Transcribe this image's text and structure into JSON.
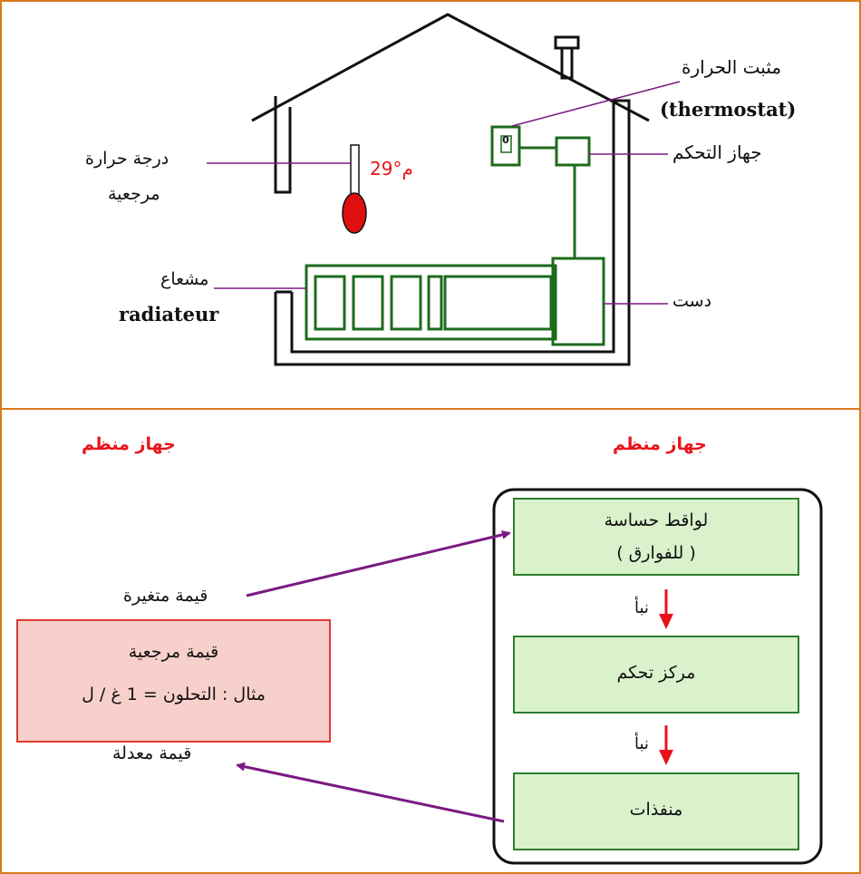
{
  "top": {
    "thermostat_ar": "مثبت الحرارة",
    "thermostat_fr": "(thermostat)",
    "controller": "جهاز التحكم",
    "ref_temp_line1": "درجة حرارة",
    "ref_temp_line2": "مرجعية",
    "temperature": "29",
    "temperature_unit": "°م",
    "radiator_ar": "مشعاع",
    "radiator_fr": "radiateur",
    "boiler": "دست",
    "thermostat_display": "0"
  },
  "bottom": {
    "left_title": "جهاز منظم",
    "right_title": "جهاز منظم",
    "sensors_line1": "لواقط حساسة",
    "sensors_line2": "( للفوارق )",
    "signal_1": "نبأ",
    "control_center": "مركز تحكم",
    "signal_2": "نبأ",
    "actuators": "منفذات",
    "variable_value": "قيمة متغيرة",
    "reference_value": "قيمة مرجعية",
    "example": "مثال : التحلون = 1 غ / ل",
    "adjusted_value": "قيمة معدلة"
  },
  "colors": {
    "frame": "#d77b1e",
    "outline": "#111111",
    "pipe_green": "#1d6b1d",
    "box_fill": "#d9f2cc",
    "box_stroke": "#2e7d2e",
    "ref_fill": "#f8d0cb",
    "ref_stroke": "#e03a2f",
    "arrow_purple": "#7a1a82",
    "arrow_red": "#e8141c",
    "thermo_red": "#e00f0f"
  }
}
